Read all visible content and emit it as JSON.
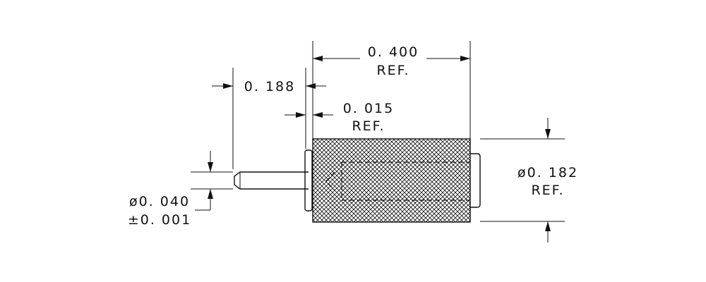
{
  "dimensions": {
    "overall_length": {
      "value": "0. 400",
      "note": "REF."
    },
    "pin_offset": {
      "value": "0. 188"
    },
    "flange": {
      "value": "0. 015",
      "note": "REF."
    },
    "body_diameter": {
      "value": "ø0. 182",
      "note": "REF."
    },
    "pin_diameter": {
      "value": "ø0. 040",
      "tolerance": "±0. 001"
    }
  },
  "colors": {
    "ink": "#111111",
    "background": "#ffffff"
  }
}
